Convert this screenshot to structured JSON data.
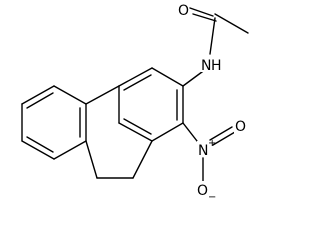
{
  "molecule": {
    "labels": {
      "carbonyl_oxygen": "O",
      "amide_nh": "N",
      "amide_h": "H",
      "nitro_n": "N",
      "nitro_n_charge": "+",
      "nitro_o_top": "O",
      "nitro_o_bottom": "O",
      "nitro_o_bottom_charge": "−"
    }
  }
}
